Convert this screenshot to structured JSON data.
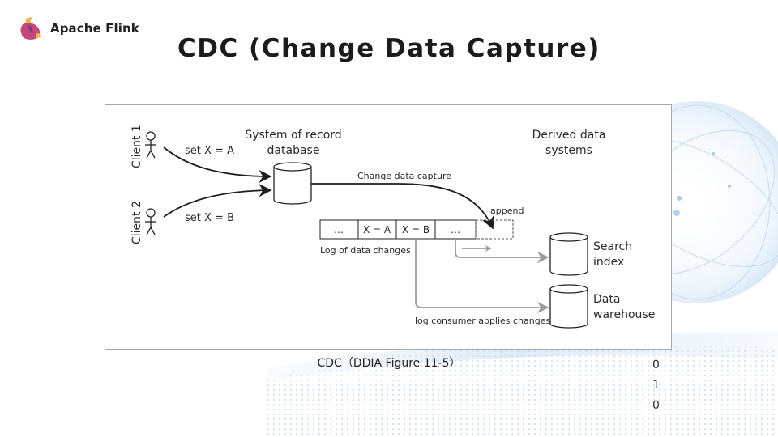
{
  "header": {
    "brand": "Apache Flink",
    "title": "CDC (Change Data Capture)"
  },
  "figure": {
    "clients": [
      {
        "label": "Client 1",
        "action": "set X = A"
      },
      {
        "label": "Client 2",
        "action": "set X = B"
      }
    ],
    "source_db_label_line1": "System of record",
    "source_db_label_line2": "database",
    "derived_label_line1": "Derived data",
    "derived_label_line2": "systems",
    "cdc_label": "Change data capture",
    "append_label": "append",
    "log_cells": [
      "…",
      "X = A",
      "X = B",
      "…"
    ],
    "log_label": "Log of data changes",
    "consumer_label": "log consumer applies changes",
    "targets": [
      {
        "line1": "Search",
        "line2": "index"
      },
      {
        "line1": "Data",
        "line2": "warehouse"
      }
    ]
  },
  "caption": "CDC（DDIA Figure 11-5）",
  "colors": {
    "ink": "#222222",
    "gray_arrow": "#9a9a9a",
    "frame_border": "#a8a8a8",
    "bg_accent": "#cfe2f5"
  }
}
